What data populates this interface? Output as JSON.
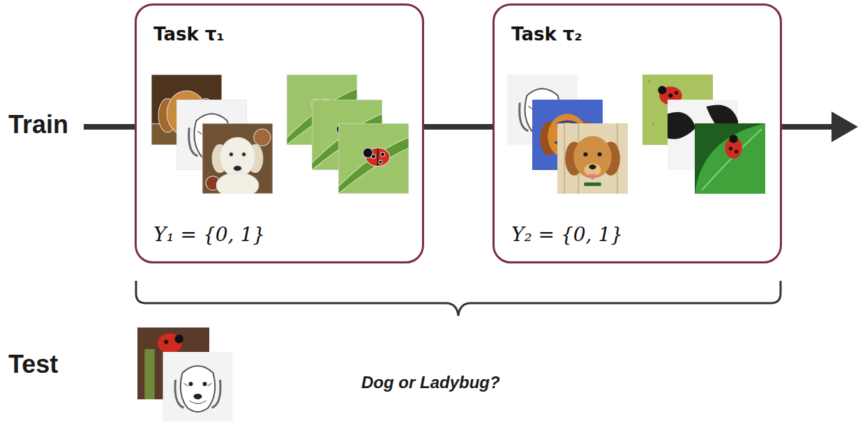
{
  "diagram": {
    "nodes": [
      {
        "text": [
          "Task τ₁",
          "Y₁ = {0, 1}"
        ]
      },
      {
        "text": [
          "Task τ₂",
          "Y₂ = {0, 1}"
        ]
      }
    ],
    "edges": [
      {
        "from": 0,
        "to": 1,
        "arrow": "none"
      }
    ],
    "labels": [
      "Train",
      "Test",
      "Dog or Ladybug?"
    ]
  }
}
